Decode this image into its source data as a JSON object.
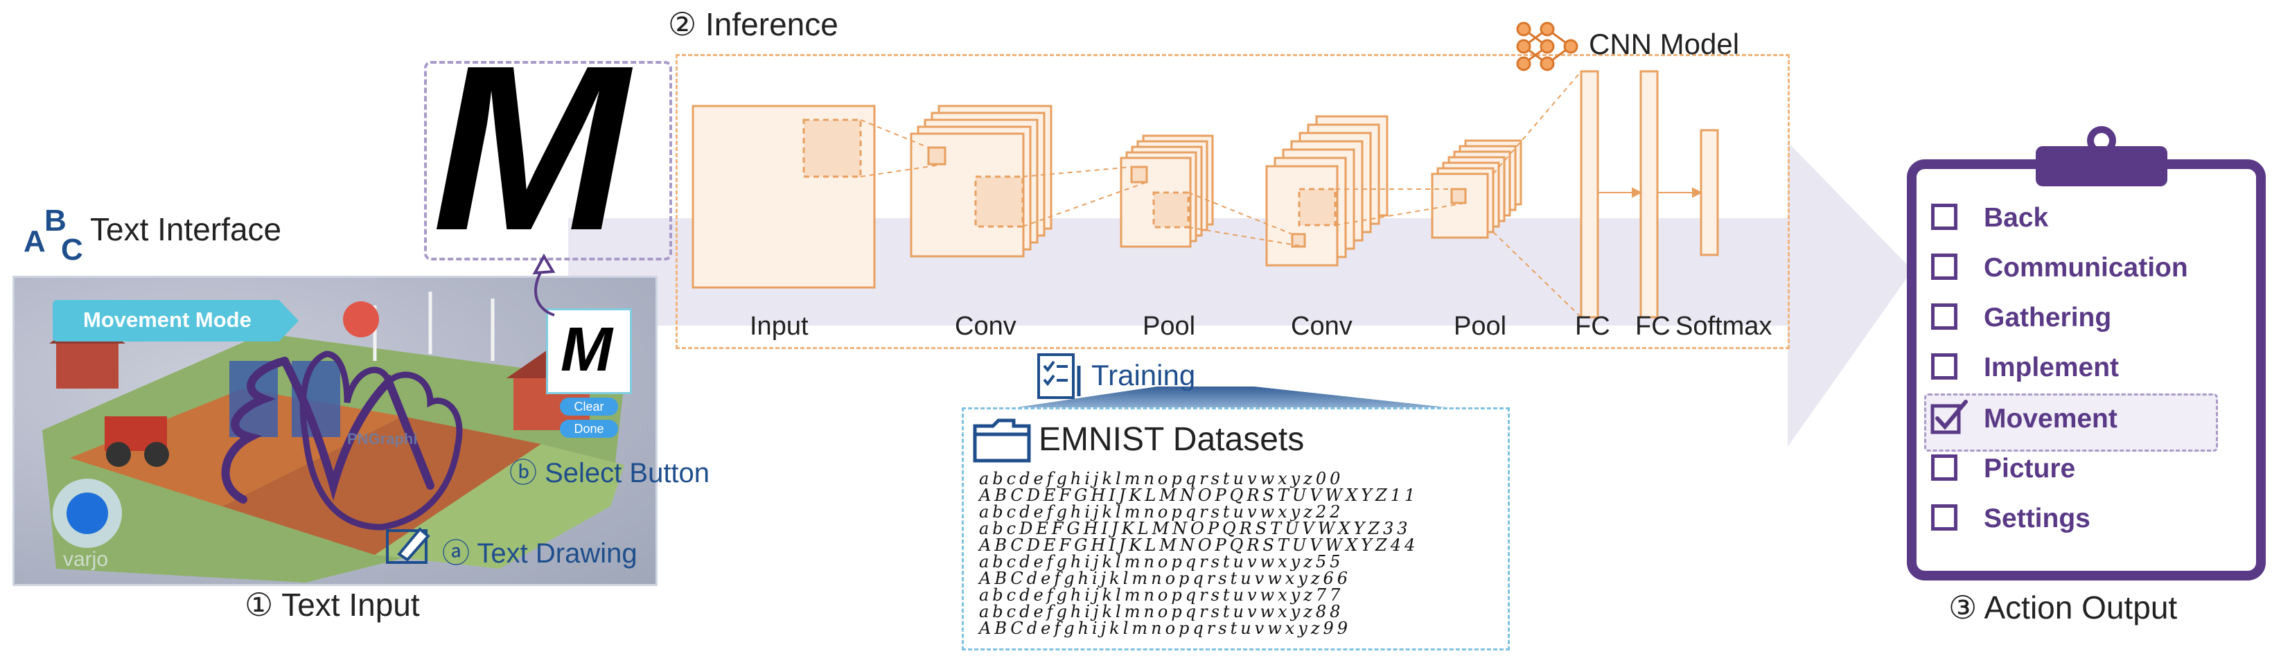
{
  "text_input": {
    "interface_title": "Text Interface",
    "abc_mark": "ABC",
    "mode_banner": "Movement Mode",
    "drawn_letter": "M",
    "clear_button": "Clear",
    "done_button": "Done",
    "select_button_label": "ⓑ Select Button",
    "text_drawing_label": "ⓐ Text Drawing",
    "section_label": "① Text Input",
    "watermark": "PNGraphi",
    "brand": "varjo"
  },
  "inference": {
    "section_label": "② Inference",
    "model_title": "CNN Model",
    "input_letter": "M",
    "layers": [
      "Input",
      "Conv",
      "Pool",
      "Conv",
      "Pool",
      "FC",
      "FC",
      "Softmax"
    ]
  },
  "training": {
    "label": "Training",
    "dataset_title": "EMNIST Datasets",
    "sample_rows": [
      "abcdefghijklmnopqrstuvwxyz00",
      "ABCDEFGHIJKLMNOPQRSTUVWXYZ11",
      "abcdefghijklmnopqrstuvwxyz22",
      "abcDEFGHIJKLMNOPQRSTUVWXYZ33",
      "ABCDEFGHIJKLMNOPQRSTUVWXYZ44",
      "abcdefghijklmnopqrstuvwxyz55",
      "ABCdefghijklmnopqrstuvwxyz66",
      "abcdefghijklmnopqrstuvwxyz77",
      "abcdefghijklmnopqrstuvwxyz88",
      "ABCdefghijklmnopqrstuvwxyz99"
    ]
  },
  "action_output": {
    "section_label": "③ Action Output",
    "items": [
      {
        "label": "Back",
        "checked": false
      },
      {
        "label": "Communication",
        "checked": false
      },
      {
        "label": "Gathering",
        "checked": false
      },
      {
        "label": "Implement",
        "checked": false
      },
      {
        "label": "Movement",
        "checked": true
      },
      {
        "label": "Picture",
        "checked": false
      },
      {
        "label": "Settings",
        "checked": false
      }
    ]
  },
  "colors": {
    "accent_orange": "#e8a060",
    "layer_fill": "#fdf1e6",
    "clipboard_purple": "#5a3a86",
    "blue_text": "#1f4e8c",
    "arrow_band": "#e7e5f1"
  }
}
